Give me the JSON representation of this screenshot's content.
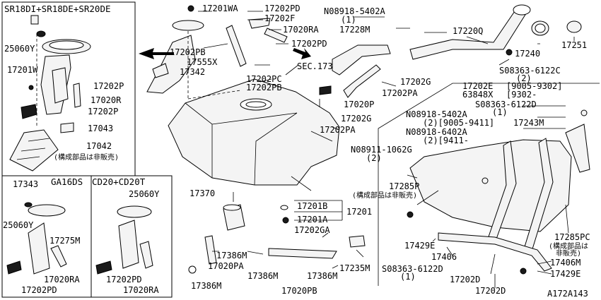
{
  "panels": {
    "top_left_header": "SR18DI+SR18DE+SR20DE",
    "bottom_left_header": "GA16DS",
    "bottom_mid_header": "CD20+CD20T"
  },
  "callouts": {
    "c17201WA": "17201WA",
    "c17202PD_top": "17202PD",
    "c17202F": "17202F",
    "c17020RA_top": "17020RA",
    "c17202PD_mid": "17202PD",
    "c17228M": "17228M",
    "c17202PB_left": "17202PB",
    "c17555X": "17555X",
    "c17342": "17342",
    "c17202PC": "17202PC",
    "c17202PB": "17202PB",
    "sec173": "SEC.173",
    "n08918_5402A_top": "N08918-5402A",
    "n08918_5402A_top_qty": "(1)",
    "c17220Q": "17220Q",
    "c17240": "17240",
    "c17251": "17251",
    "s08363_6122C": "S08363-6122C",
    "s08363_6122C_qty": "(2)",
    "c17202G_top": "17202G",
    "c17202PA_top": "17202PA",
    "c17020P": "17020P",
    "c17202G_mid": "17202G",
    "c17202PA_mid": "17202PA",
    "c25060Y": "25060Y",
    "c17201W": "17201W",
    "c17202P_a": "17202P",
    "c17020R": "17020R",
    "c17202P_b": "17202P",
    "c17043": "17043",
    "c17042": "17042",
    "c17042_note": "(構成部品は非販売)",
    "c17343": "17343",
    "c25060Y_bl": "25060Y",
    "c17275M": "17275M",
    "c17020RA_bl": "17020RA",
    "c17202PD_bl": "17202PD",
    "c25060Y_bm": "25060Y",
    "c17202PD_bm": "17202PD",
    "c17020RA_bm": "17020RA",
    "c17370": "17370",
    "c17386M_a": "17386M",
    "c17020PA": "17020PA",
    "c17386M_b": "17386M",
    "c17386M_c": "17386M",
    "c17020PB": "17020PB",
    "c17386M_d": "17386M",
    "c17202GA": "17202GA",
    "c17235M": "17235M",
    "c17201B": "17201B",
    "c17201A": "17201A",
    "c17201": "17201",
    "c17202E": "17202E",
    "c17202E_range": "[9005-9302]",
    "c63848X": "63848X",
    "c63848X_range": "[9302-",
    "s08363_6122D_top": "S08363-6122D",
    "s08363_6122D_top_qty": "(1)",
    "n08918_5402A_r": "N08918-5402A",
    "n08918_5402A_r_qty": "(2)[9005-9411]",
    "n08918_6402A": "N08918-6402A",
    "n08918_6402A_qty": "(2)[9411-",
    "n08911_1062G": "N08911-1062G",
    "n08911_1062G_qty": "(2)",
    "c17243M": "17243M",
    "c17285P": "17285P",
    "c17285P_note": "(構成部品は非販売)",
    "c17285PC": "17285PC",
    "c17285PC_note1": "(構成部品は",
    "c17285PC_note2": "非販売)",
    "c17429E_a": "17429E",
    "c17406": "17406",
    "s08363_6122D_bot": "S08363-6122D",
    "s08363_6122D_bot_qty": "(1)",
    "c17202D_a": "17202D",
    "c17202D_b": "17202D",
    "c17406M": "17406M",
    "c17429E_b": "17429E",
    "figure_code": "A172A143"
  }
}
